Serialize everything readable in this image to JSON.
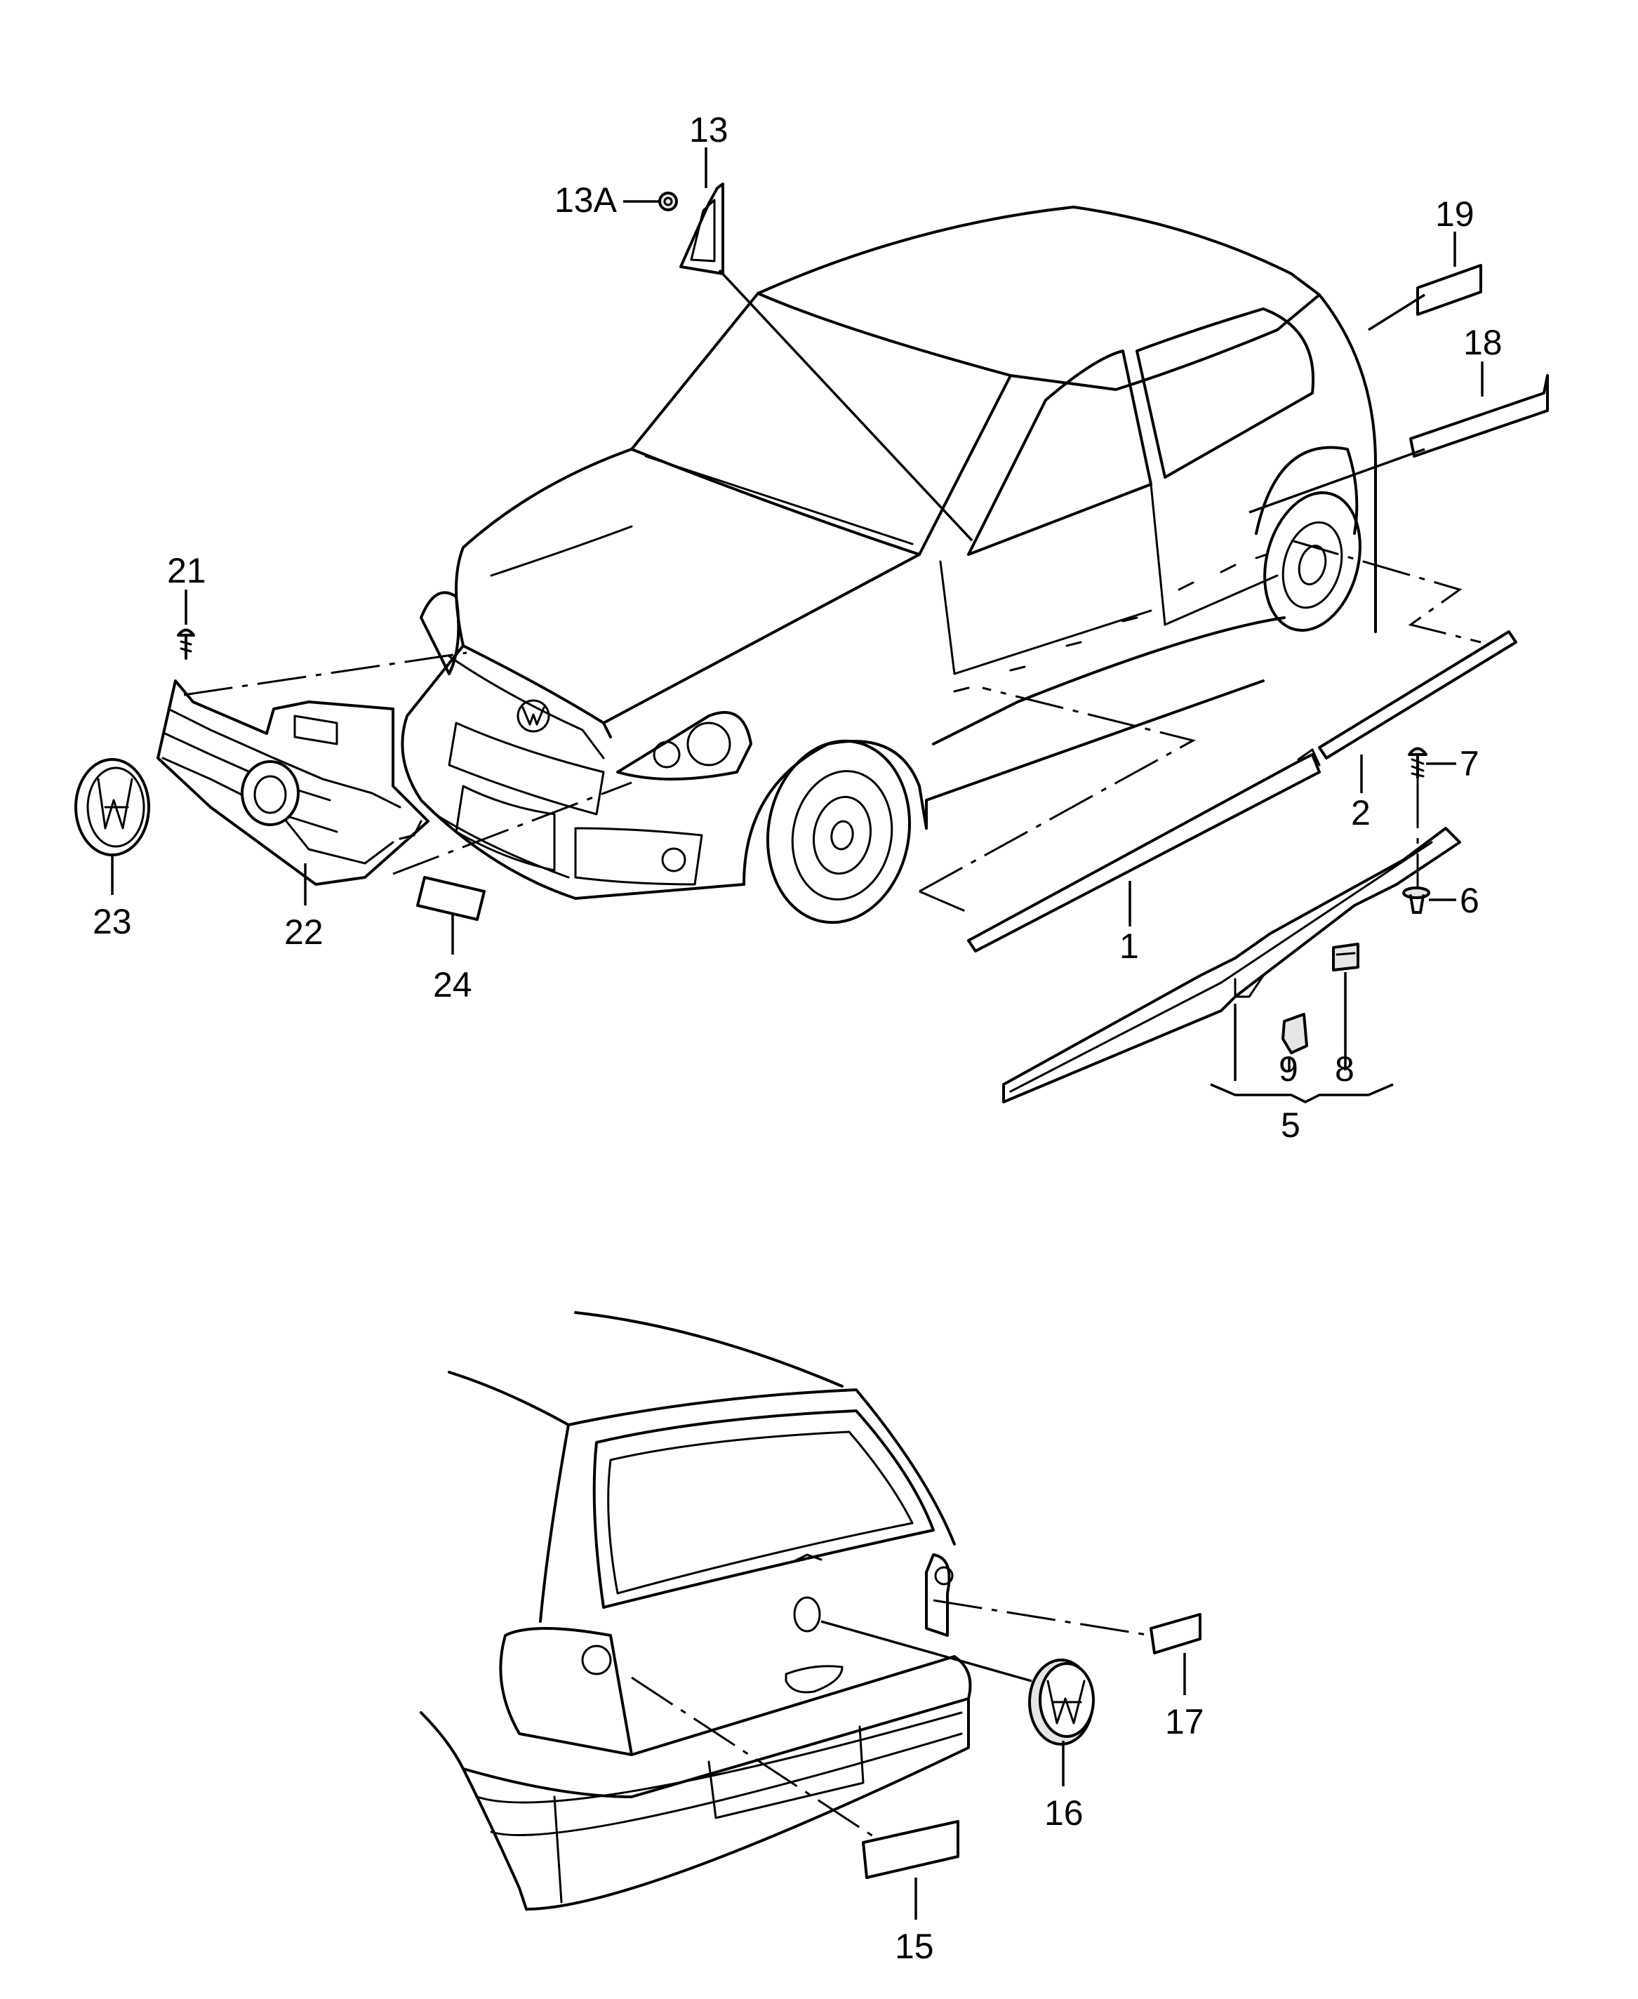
{
  "callouts": [
    {
      "id": "c13",
      "text": "13"
    },
    {
      "id": "c13a",
      "text": "13A"
    },
    {
      "id": "c19",
      "text": "19"
    },
    {
      "id": "c18",
      "text": "18"
    },
    {
      "id": "c21",
      "text": "21"
    },
    {
      "id": "c23",
      "text": "23"
    },
    {
      "id": "c22",
      "text": "22"
    },
    {
      "id": "c24",
      "text": "24"
    },
    {
      "id": "c7",
      "text": "7"
    },
    {
      "id": "c6",
      "text": "6"
    },
    {
      "id": "c2",
      "text": "2"
    },
    {
      "id": "c1",
      "text": "1"
    },
    {
      "id": "c9",
      "text": "9"
    },
    {
      "id": "c8",
      "text": "8"
    },
    {
      "id": "c5",
      "text": "5"
    },
    {
      "id": "c17",
      "text": "17"
    },
    {
      "id": "c16",
      "text": "16"
    },
    {
      "id": "c15",
      "text": "15"
    }
  ]
}
